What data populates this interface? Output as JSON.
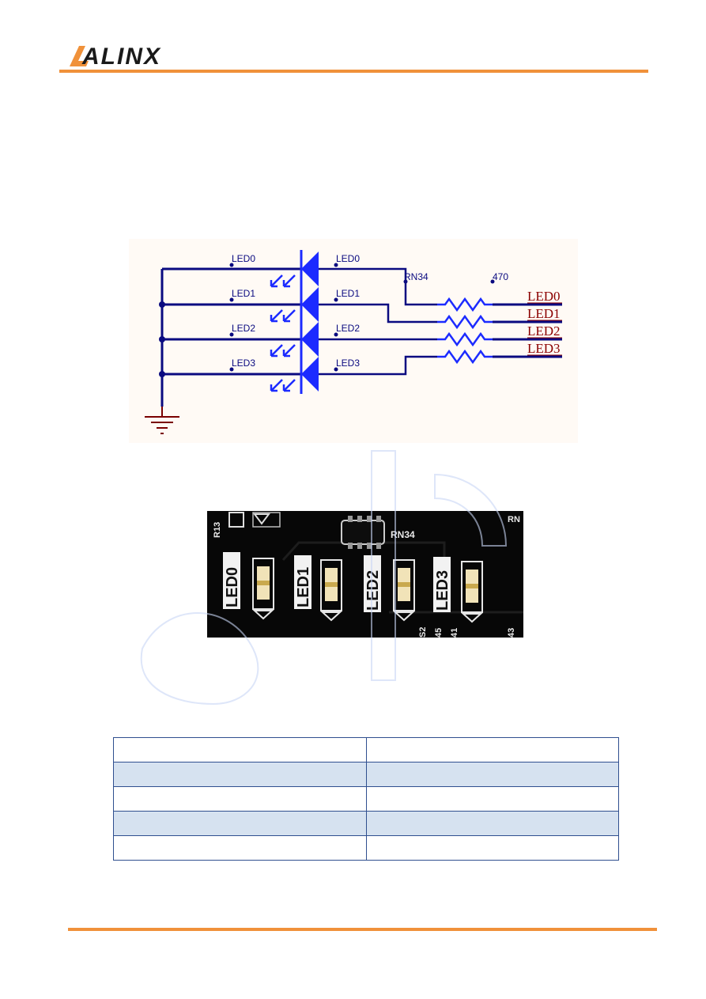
{
  "header": {
    "brand": "ALINX",
    "accent_color": "#f0913a",
    "text_color": "#1a1a1a"
  },
  "schematic": {
    "net_color": "#0a0a80",
    "diode_color": "#1c2bff",
    "ground_color": "#7a0000",
    "label_color": "#8b0000",
    "resistor_ref": "RN34",
    "resistor_value": "470",
    "led_nets": [
      "LED0",
      "LED1",
      "LED2",
      "LED3"
    ]
  },
  "photo": {
    "silk_labels": [
      "LED0",
      "LED1",
      "LED2",
      "LED3"
    ],
    "component_refs": [
      "R13",
      "RN34",
      "RN"
    ],
    "pin_marks": [
      "S2",
      "45",
      "41",
      "43"
    ]
  },
  "table": {
    "border_color": "#2f4f8f",
    "stripe_color": "#d6e2f0",
    "rows": [
      [
        "",
        ""
      ],
      [
        "",
        ""
      ],
      [
        "",
        ""
      ],
      [
        "",
        ""
      ],
      [
        "",
        ""
      ]
    ]
  }
}
